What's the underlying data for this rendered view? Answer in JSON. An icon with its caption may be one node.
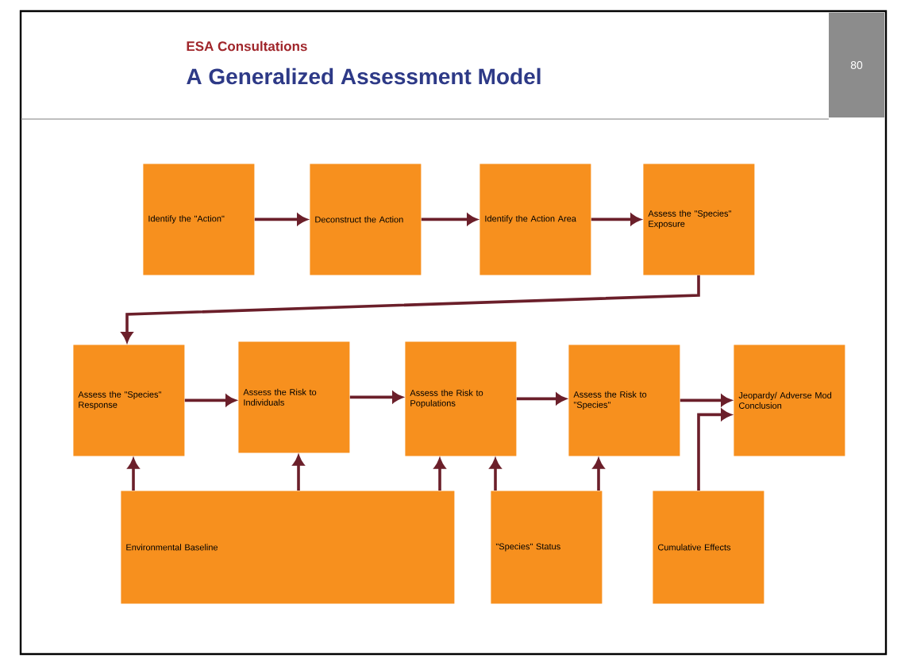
{
  "diagram": {
    "title": "A Generalized Assessment Model",
    "nodes": [
      {
        "text": [
          "Identify the \"Action\""
        ]
      },
      {
        "text": [
          "Deconstruct the Action"
        ]
      },
      {
        "text": [
          "Identify the Action Area"
        ]
      },
      {
        "text": [
          "Assess the \"Species\" Exposure"
        ]
      },
      {
        "text": [
          "Assess the \"Species\" Response"
        ]
      },
      {
        "text": [
          "Assess the Risk to Individuals"
        ]
      },
      {
        "text": [
          "Assess the Risk to Populations"
        ]
      },
      {
        "text": [
          "Assess the Risk to \"Species\""
        ]
      },
      {
        "text": [
          "Jeopardy/ Adverse Mod Conclusion"
        ]
      },
      {
        "text": [
          "Environmental Baseline"
        ]
      },
      {
        "text": [
          "\"Species\" Status"
        ]
      },
      {
        "text": [
          "Cumulative Effects"
        ]
      }
    ],
    "edges": [
      {
        "from": 0,
        "to": 1,
        "arrow": "to"
      },
      {
        "from": 1,
        "to": 2,
        "arrow": "to"
      },
      {
        "from": 2,
        "to": 3,
        "arrow": "to"
      },
      {
        "from": 3,
        "to": 4,
        "arrow": "to"
      },
      {
        "from": 4,
        "to": 5,
        "arrow": "to"
      },
      {
        "from": 5,
        "to": 6,
        "arrow": "to"
      },
      {
        "from": 6,
        "to": 7,
        "arrow": "to"
      },
      {
        "from": 7,
        "to": 8,
        "arrow": "to"
      },
      {
        "from": 9,
        "to": 4,
        "arrow": "to"
      },
      {
        "from": 9,
        "to": 5,
        "arrow": "to"
      },
      {
        "from": 9,
        "to": 6,
        "arrow": "to"
      },
      {
        "from": 10,
        "to": 6,
        "arrow": "to"
      },
      {
        "from": 10,
        "to": 7,
        "arrow": "to"
      },
      {
        "from": 11,
        "to": 8,
        "arrow": "to"
      }
    ],
    "labels": [
      "ESA Consultations",
      "80"
    ]
  }
}
